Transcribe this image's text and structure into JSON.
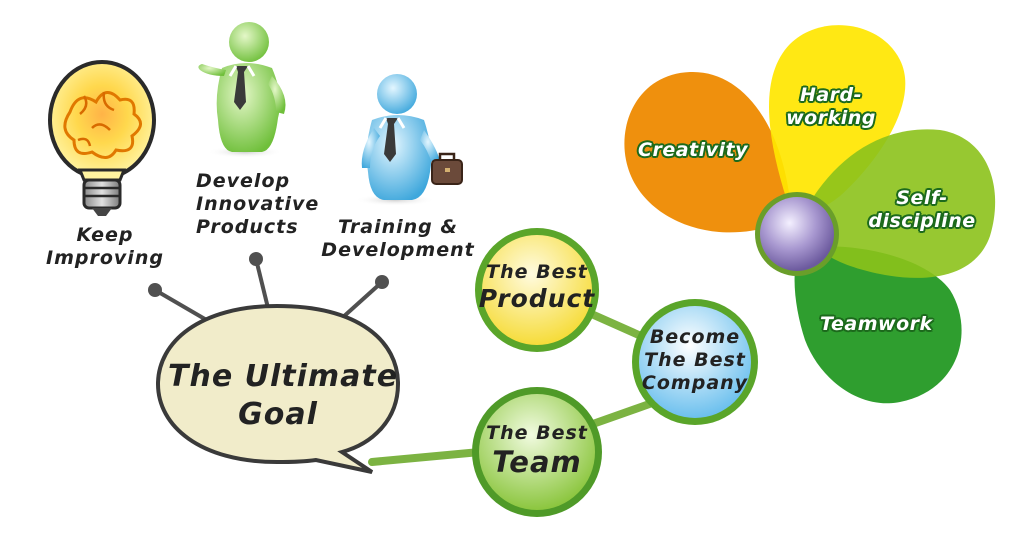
{
  "topics": {
    "keep_improving": {
      "line1": "Keep",
      "line2": "Improving"
    },
    "develop": {
      "line1": "Develop",
      "line2": "Innovative",
      "line3": "Products"
    },
    "training": {
      "line1": "Training &",
      "line2": "Development"
    }
  },
  "goal_bubble": {
    "line1": "The Ultimate",
    "line2": "Goal"
  },
  "circles": {
    "best_product": {
      "line1": "The Best",
      "line2": "Product"
    },
    "best_company": {
      "line1": "Become",
      "line2": "The Best",
      "line3": "Company"
    },
    "best_team": {
      "line1": "The Best",
      "line2": "Team"
    }
  },
  "petals": {
    "creativity": "Creativity",
    "hardworking": {
      "line1": "Hard-",
      "line2": "working"
    },
    "selfdiscipline": {
      "line1": "Self-",
      "line2": "discipline"
    },
    "teamwork": "Teamwork"
  },
  "colors": {
    "creativity": "#ee8a00",
    "hardworking": "#ffe600",
    "selfdiscipline": "#8cc21b",
    "teamwork": "#2f9e2f",
    "center_orb": "#8a76b8",
    "connector": "#7cb342",
    "goal_bubble": "#f1ecca"
  }
}
